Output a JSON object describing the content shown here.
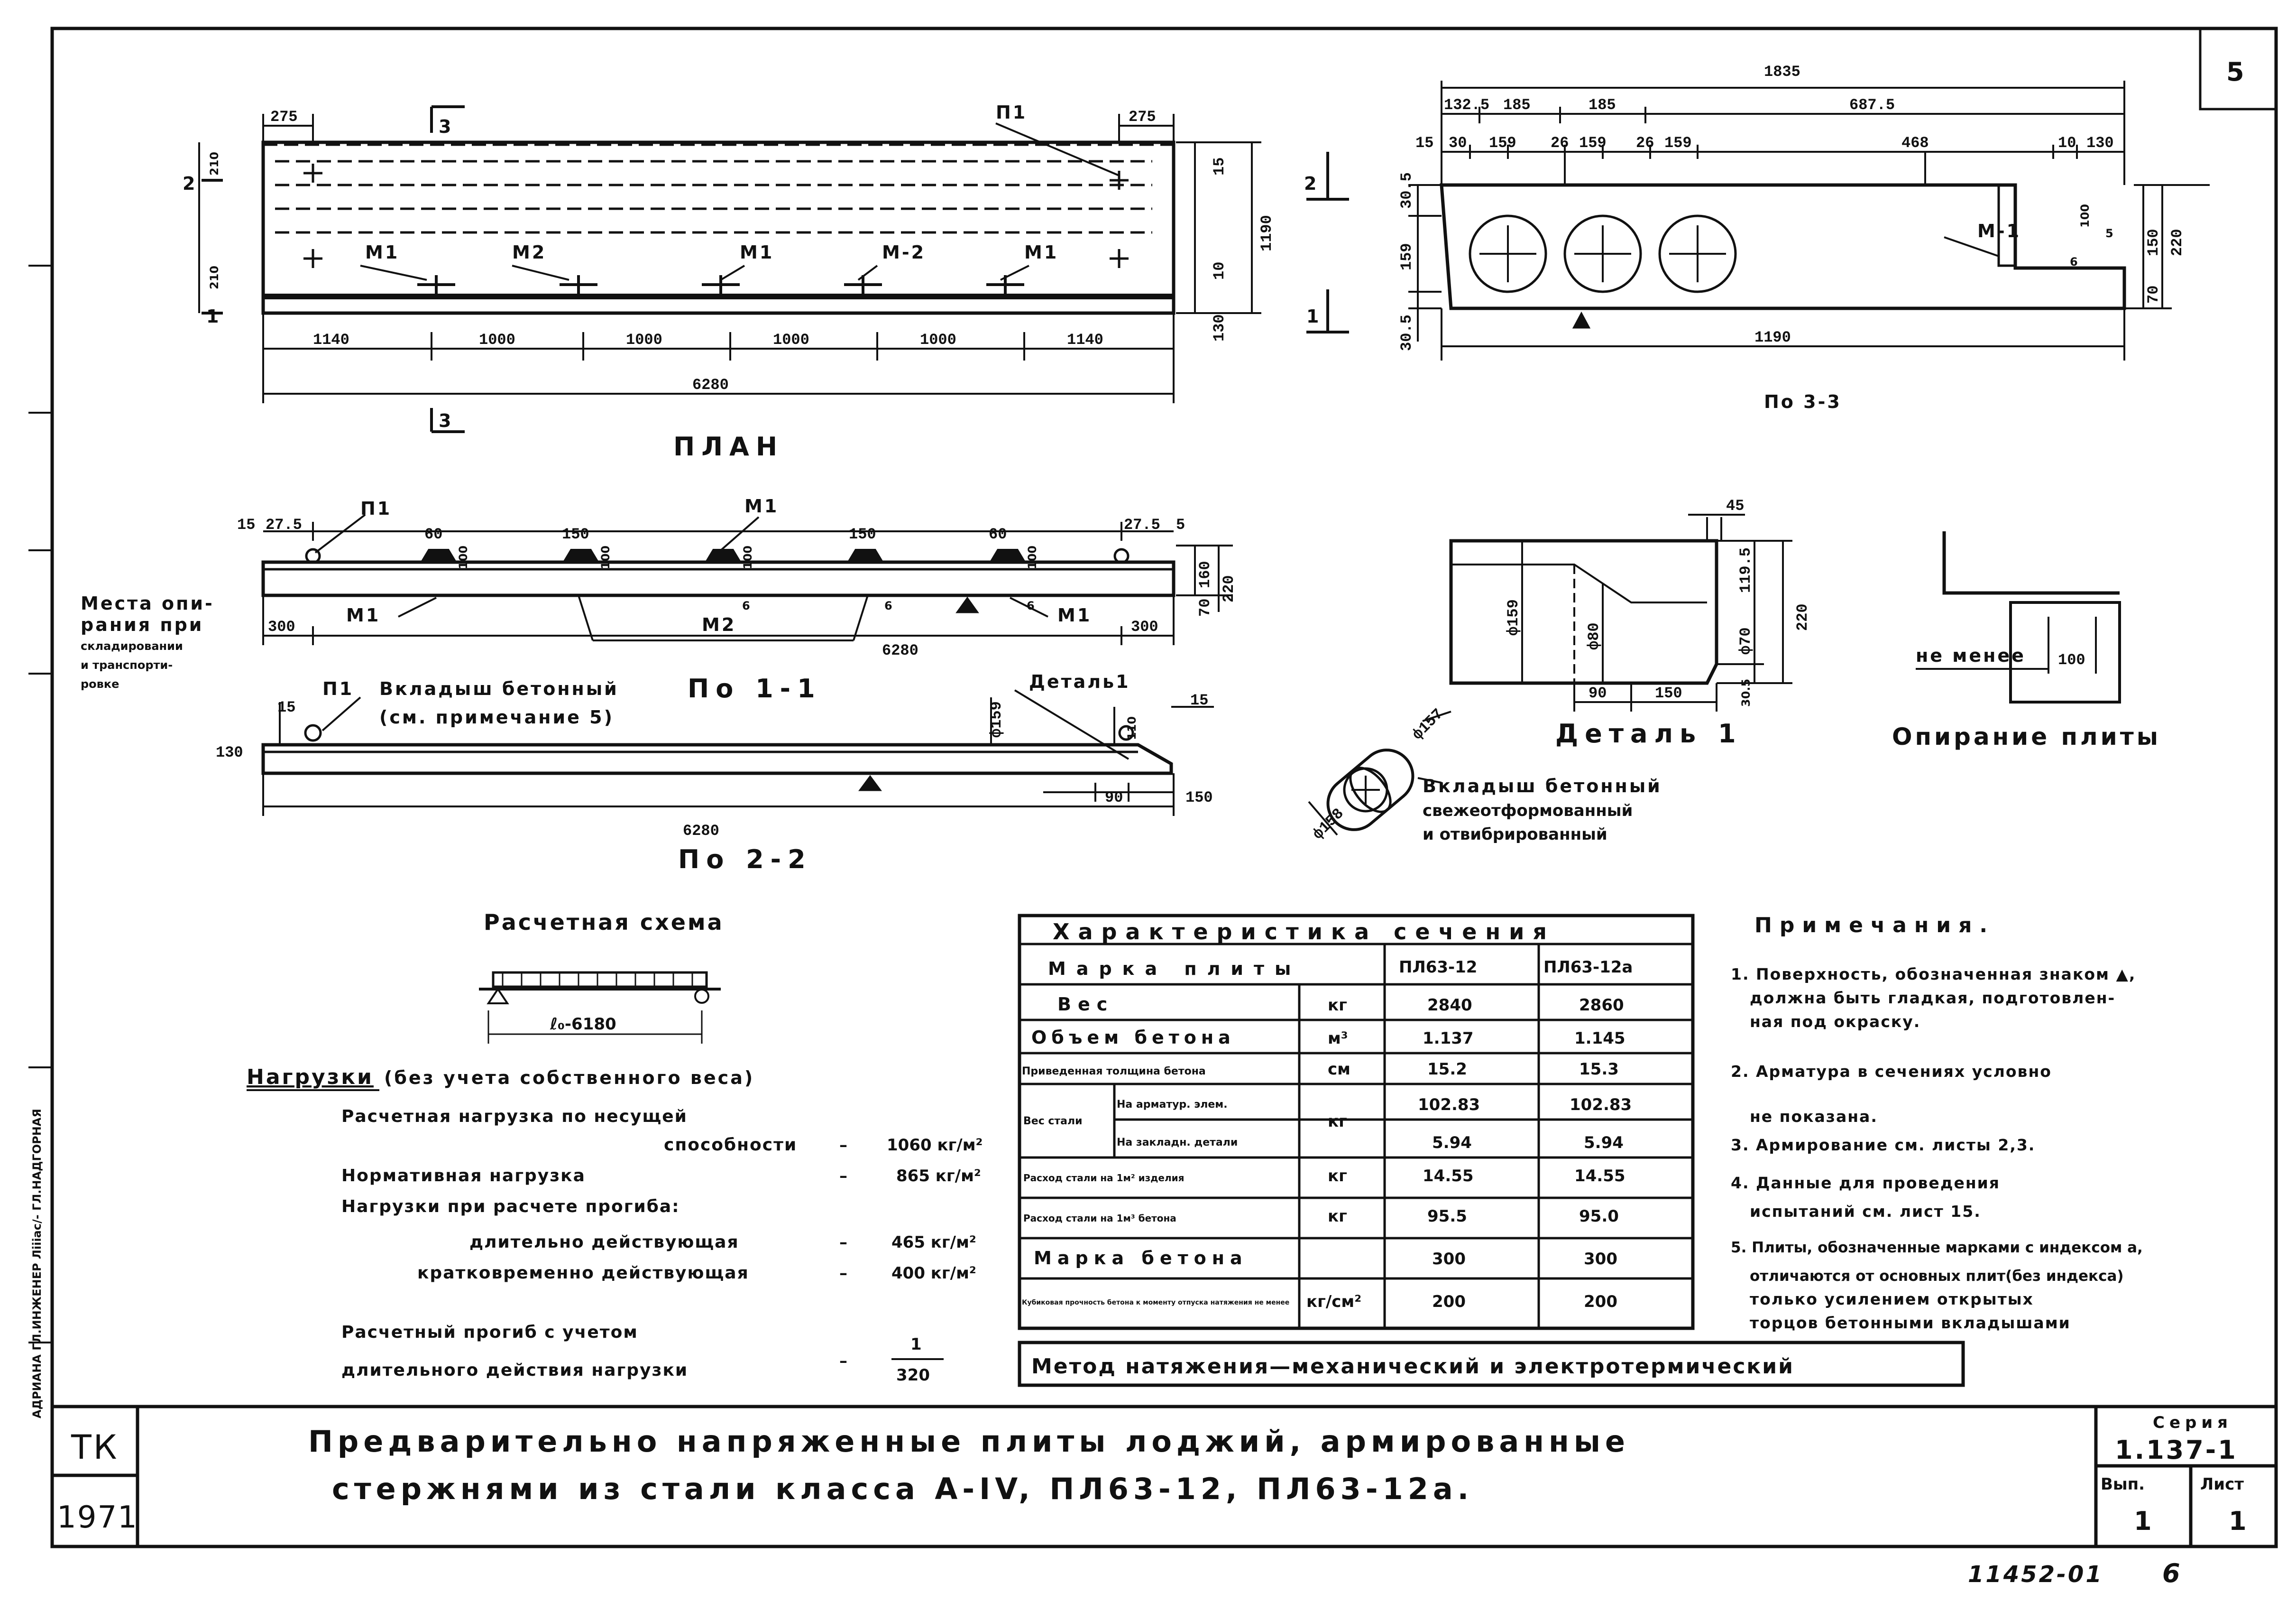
{
  "sheet": {
    "corner_number": "5",
    "bottom_code": "11452-01",
    "bottom_page": "6",
    "side_stamp": "АДРИАНА   ГЛ.ИНЖЕНЕР  Лiiiaс/-  ГЛ.НАДГОРНАЯ"
  },
  "plan": {
    "title": "ПЛАН",
    "top_dims": [
      "275",
      "275"
    ],
    "bottom_dims": [
      "1140",
      "1000",
      "1000",
      "1000",
      "1000",
      "1140"
    ],
    "total": "6280",
    "height_total": "1190",
    "right_dims": [
      "15",
      "10",
      "130"
    ],
    "left_dims": [
      "210",
      "210"
    ],
    "marks": [
      "М1",
      "М2",
      "М1",
      "М-2",
      "М1"
    ],
    "p_label": "П1",
    "section_marks": [
      "3",
      "3",
      "2",
      "2",
      "1",
      "1"
    ]
  },
  "section33": {
    "title": "По 3-3",
    "total_top": "1835",
    "top_dims_row1": [
      "132.5",
      "185",
      "185",
      "687.5"
    ],
    "top_dims_row2": [
      "15",
      "30",
      "159",
      "26",
      "159",
      "26",
      "159",
      "468",
      "10",
      "130"
    ],
    "left_dims": [
      "30.5",
      "159",
      "30.5"
    ],
    "right_dims": [
      "150",
      "220",
      "70",
      "100",
      "5",
      "6"
    ],
    "bottom": "1190",
    "mark": "М-1"
  },
  "section11": {
    "title": "По 1-1",
    "top_dims": [
      "15",
      "27.5",
      "60",
      "150",
      "150",
      "60",
      "27.5",
      "5"
    ],
    "labels": [
      "П1",
      "М1",
      "М1",
      "М2",
      "М1"
    ],
    "right_dims": [
      "160",
      "70",
      "220"
    ],
    "small_dims": [
      "100",
      "100",
      "100",
      "100",
      "6",
      "6",
      "6"
    ],
    "left_dim": "300",
    "right_dim": "300",
    "total": "6280",
    "side_note": [
      "Места опи-",
      "рания при",
      "складировании",
      "и транспорти-",
      "ровке"
    ]
  },
  "section22": {
    "title": "По 2-2",
    "p_label": "П1",
    "insert_note": [
      "Вкладыш бетонный",
      "(см. примечание 5)"
    ],
    "detail_label": "Деталь1",
    "diam": "ф159",
    "dims": [
      "15",
      "130",
      "15",
      "110",
      "90",
      "150"
    ],
    "total": "6280"
  },
  "detail1": {
    "title": "Деталь 1",
    "top_dim": "45",
    "dims": [
      "ф159",
      "ф80",
      "ф70",
      "119.5",
      "220",
      "30.5",
      "90",
      "150"
    ]
  },
  "support": {
    "title": "Опирание плиты",
    "note": "не менее",
    "dim": "100"
  },
  "insert": {
    "d1": "ф157",
    "d2": "ф158",
    "note": [
      "Вкладыш бетонный",
      "свежеотформованный",
      "и отвибрированный"
    ]
  },
  "calc": {
    "title": "Расчетная схема",
    "span": "ℓ₀-6180",
    "loads_title": "Нагрузки",
    "loads_sub": "(без учета собственного веса)",
    "rows": [
      {
        "label": "Расчетная нагрузка по несущей",
        "value": ""
      },
      {
        "label": "способности",
        "value": "1060 кг/м²"
      },
      {
        "label": "Нормативная нагрузка",
        "value": "865 кг/м²"
      },
      {
        "label": "Нагрузки при расчете прогиба:",
        "value": ""
      },
      {
        "label": "длительно действующая",
        "value": "465 кг/м²"
      },
      {
        "label": "кратковременно действующая",
        "value": "400 кг/м²"
      }
    ],
    "deflection": [
      "Расчетный прогиб с учетом",
      "длительного действия нагрузки"
    ],
    "deflection_value": [
      "1",
      "320"
    ]
  },
  "table": {
    "title": "Характеристика сечения",
    "header": [
      "Марка плиты",
      "ПЛ63-12",
      "ПЛ63-12а"
    ],
    "rows": [
      {
        "label": "Вес",
        "unit": "кг",
        "v1": "2840",
        "v2": "2860"
      },
      {
        "label": "Объем бетона",
        "unit": "м³",
        "v1": "1.137",
        "v2": "1.145"
      },
      {
        "label": "Приведенная толщина бетона",
        "unit": "см",
        "v1": "15.2",
        "v2": "15.3"
      },
      {
        "label": "На арматур. элем.",
        "unit": "кг",
        "v1": "102.83",
        "v2": "102.83"
      },
      {
        "label": "На закладн. детали",
        "unit": "",
        "v1": "5.94",
        "v2": "5.94"
      },
      {
        "label": "Расход стали на 1м² изделия",
        "unit": "кг",
        "v1": "14.55",
        "v2": "14.55"
      },
      {
        "label": "Расход стали на 1м³ бетона",
        "unit": "кг",
        "v1": "95.5",
        "v2": "95.0"
      },
      {
        "label": "Марка бетона",
        "unit": "",
        "v1": "300",
        "v2": "300"
      },
      {
        "label": "Кубиковая прочность бетона к моменту отпуска натяжения не менее",
        "unit": "кг/см²",
        "v1": "200",
        "v2": "200"
      }
    ],
    "group_label": "Вес стали",
    "method": "Метод натяжения—механический и электротермический"
  },
  "notes": {
    "title": "Примечания.",
    "items": [
      "1. Поверхность, обозначенная знаком ▲,",
      "должна быть гладкая, подготовлен-",
      "ная под окраску.",
      "2. Арматура в сечениях условно",
      "не показана.",
      "3. Армирование см. листы 2,3.",
      "4. Данные для проведения",
      "испытаний см. лист 15.",
      "5. Плиты, обозначенные марками с индексом а,",
      "отличаются от основных плит(без индекса)",
      "только усилением открытых",
      "торцов бетонными вкладышами"
    ]
  },
  "title_block": {
    "org": "ТК",
    "year": "1971",
    "title_line1": "Предварительно напряженные плиты лоджий, армированные",
    "title_line2": "стержнями из стали класса А-IV, ПЛ63-12, ПЛ63-12а.",
    "series_label": "Серия",
    "series": "1.137-1",
    "vyp_label": "Вып.",
    "vyp": "1",
    "list_label": "Лист",
    "list": "1"
  }
}
